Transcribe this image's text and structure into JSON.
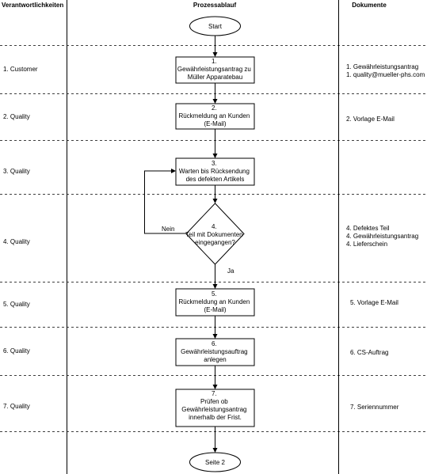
{
  "headers": {
    "responsibilities": "Verantwortlichkeiten",
    "process": "Prozessablauf",
    "documents": "Dokumente"
  },
  "start_label": "Start",
  "end_label": "Seite 2",
  "rows": [
    {
      "responsible": "1. Customer",
      "step": [
        "1.",
        "Gewährleistungsantrag zu",
        "Müller Apparatebau"
      ],
      "documents": [
        "1. Gewährleistungsantrag",
        "1. quality@mueller-phs.com"
      ]
    },
    {
      "responsible": "2. Quality",
      "step": [
        "2.",
        "Rückmeldung an Kunden",
        "(E-Mail)"
      ],
      "documents": [
        "2. Vorlage E-Mail"
      ]
    },
    {
      "responsible": "3. Quality",
      "step": [
        "3.",
        "Warten bis Rücksendung",
        "des defekten Artikels"
      ],
      "documents": []
    },
    {
      "responsible": "4. Quality",
      "step": [
        "4.",
        "Teil mit Dokumenten",
        "eingegangen?"
      ],
      "documents": [
        "4. Defektes Teil",
        "4. Gewährleistungsantrag",
        "4. Lieferschein"
      ]
    },
    {
      "responsible": "5. Quality",
      "step": [
        "5.",
        "Rückmeldung an Kunden",
        "(E-Mail)"
      ],
      "documents": [
        "5. Vorlage E-Mail"
      ]
    },
    {
      "responsible": "6. Quality",
      "step": [
        "6.",
        "Gewährleistungsauftrag",
        "anlegen"
      ],
      "documents": [
        "6. CS-Auftrag"
      ]
    },
    {
      "responsible": "7. Quality",
      "step": [
        "7.",
        "Prüfen ob",
        "Gewährleistungsantrag",
        "innerhalb der Frist."
      ],
      "documents": [
        "7. Seriennummer"
      ]
    }
  ],
  "decision": {
    "no_label": "Nein",
    "yes_label": "Ja"
  }
}
